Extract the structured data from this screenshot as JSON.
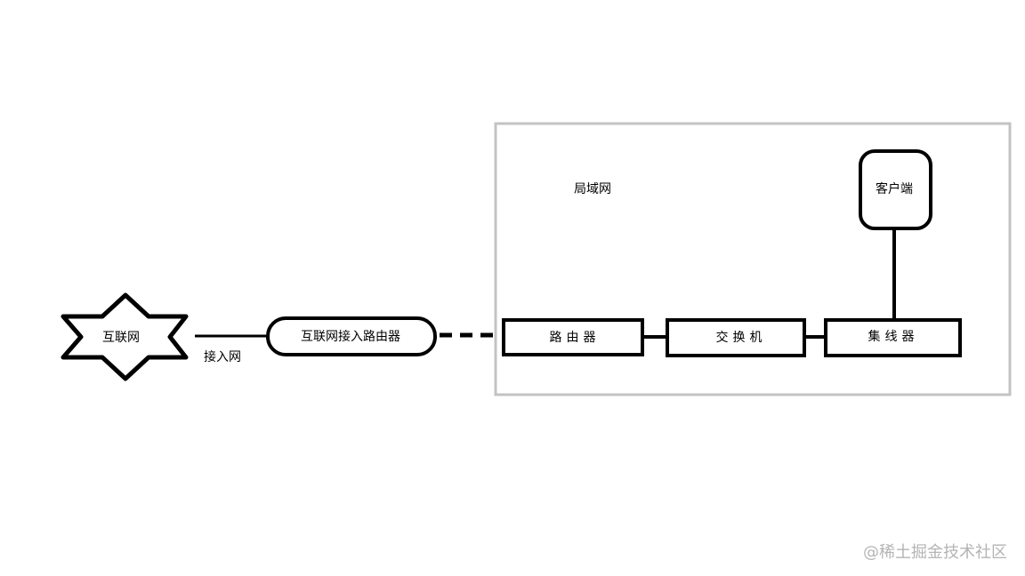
{
  "nodes": {
    "internet": "互联网",
    "access_network": "接入网",
    "access_router": "互联网接入路由器",
    "lan": "局域网",
    "router": "路由器",
    "switch": "交换机",
    "hub": "集线器",
    "client": "客户端"
  },
  "watermark": "@稀土掘金技术社区"
}
